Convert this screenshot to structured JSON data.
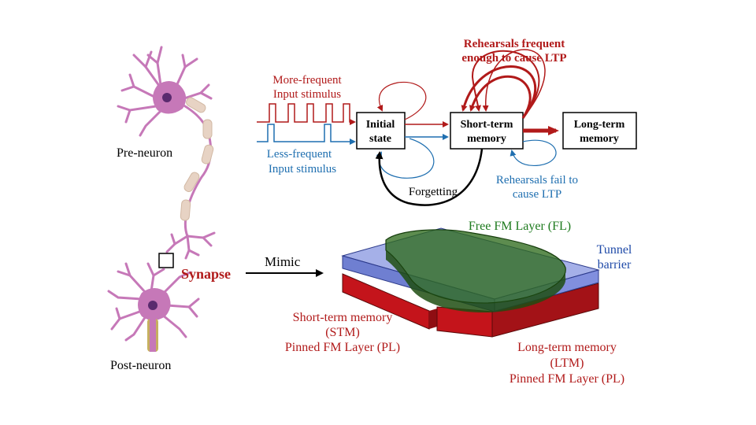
{
  "neuron": {
    "pre_label": "Pre-neuron",
    "post_label": "Post-neuron",
    "synapse_label": "Synapse",
    "mimic_label": "Mimic"
  },
  "memory_model": {
    "more_frequent_line1": "More-frequent",
    "more_frequent_line2": "Input stimulus",
    "less_frequent_line1": "Less-frequent",
    "less_frequent_line2": "Input stimulus",
    "initial_state_line1": "Initial",
    "initial_state_line2": "state",
    "short_term_line1": "Short-term",
    "short_term_line2": "memory",
    "long_term_line1": "Long-term",
    "long_term_line2": "memory",
    "rehearsal_success_line1": "Rehearsals frequent",
    "rehearsal_success_line2": "enough to cause LTP",
    "rehearsal_fail_line1": "Rehearsals fail to",
    "rehearsal_fail_line2": "cause LTP",
    "forgetting": "Forgetting"
  },
  "device": {
    "free_layer": "Free FM Layer (FL)",
    "tunnel_line1": "Tunnel",
    "tunnel_line2": "barrier",
    "stm_line1": "Short-term memory",
    "stm_line2": "(STM)",
    "stm_line3": "Pinned FM Layer (PL)",
    "ltm_line1": "Long-term memory",
    "ltm_line2": "(LTM)",
    "ltm_line3": "Pinned FM Layer (PL)"
  },
  "colors": {
    "red": "#b11a1a",
    "blue": "#1f6fb0",
    "green": "#1d7a1d",
    "neuron": "#c678b8",
    "axon": "#e7d3c4",
    "tunnel": "#5b6fd6",
    "pinned": "#c4141b",
    "free": "#2f6b1d"
  }
}
